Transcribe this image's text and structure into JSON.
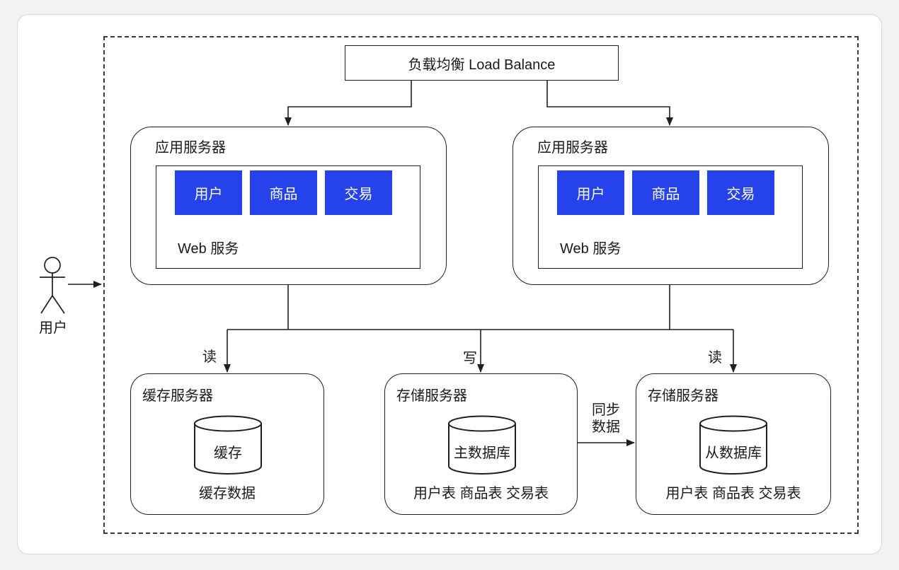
{
  "colors": {
    "module_blue": "#2642eb",
    "line": "#1f1f1f"
  },
  "load_balancer": {
    "label": "负载均衡 Load Balance"
  },
  "user_actor": {
    "label": "用户"
  },
  "app_servers": [
    {
      "title": "应用服务器",
      "web_label": "Web 服务",
      "modules": [
        "用户",
        "商品",
        "交易"
      ]
    },
    {
      "title": "应用服务器",
      "web_label": "Web 服务",
      "modules": [
        "用户",
        "商品",
        "交易"
      ]
    }
  ],
  "cache_server": {
    "title": "缓存服务器",
    "store_label": "缓存",
    "data_label": "缓存数据"
  },
  "master_storage": {
    "title": "存储服务器",
    "store_label": "主数据库",
    "data_label": "用户表 商品表 交易表"
  },
  "slave_storage": {
    "title": "存储服务器",
    "store_label": "从数据库",
    "data_label": "用户表 商品表 交易表"
  },
  "edge_labels": {
    "read_cache": "读",
    "write_master": "写",
    "read_slave": "读",
    "sync_line1": "同步",
    "sync_line2": "数据"
  }
}
